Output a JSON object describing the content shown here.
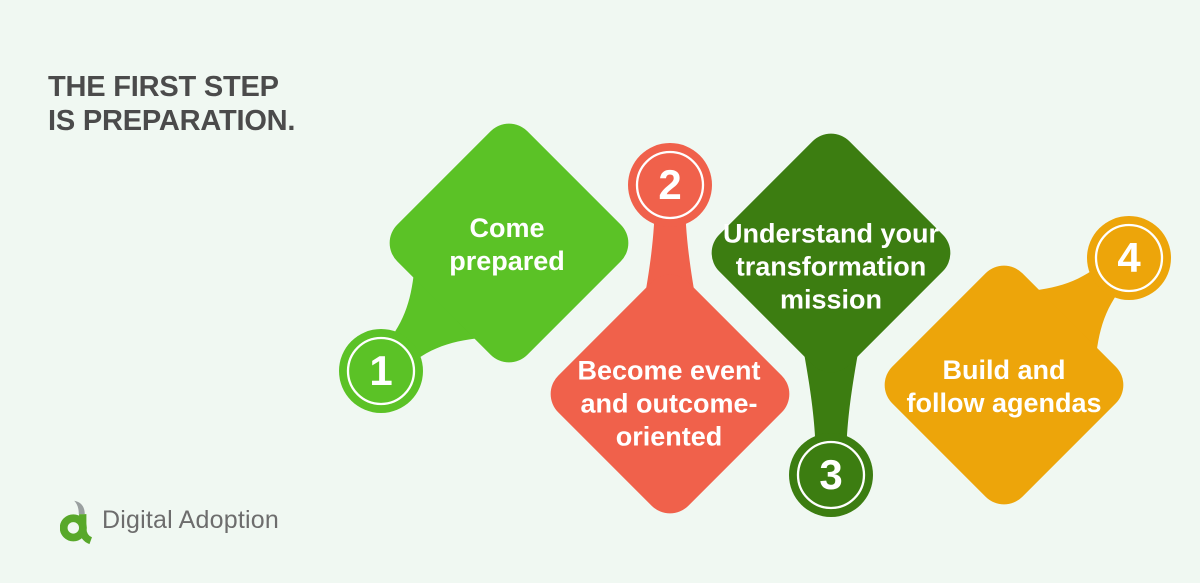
{
  "background_color": "#f0f8f2",
  "title": {
    "text": "THE FIRST STEP\nIS PREPARATION.",
    "color": "#4b4b4b"
  },
  "steps": [
    {
      "number": "1",
      "label": "Come\nprepared",
      "color": "#5bc226"
    },
    {
      "number": "2",
      "label": "Become event\nand outcome-\noriented",
      "color": "#f0614b"
    },
    {
      "number": "3",
      "label": "Understand your\ntransformation\nmission",
      "color": "#3c7d11"
    },
    {
      "number": "4",
      "label": "Build and\nfollow agendas",
      "color": "#eda50a"
    }
  ],
  "badge": {
    "ring_color": "#ffffff",
    "number_color": "#ffffff",
    "label_color": "#ffffff"
  },
  "logo": {
    "text": "Digital Adoption",
    "text_color": "#6d6d6d",
    "icon": "digital-adoption-a-leaf-icon",
    "icon_green": "#58a82a",
    "icon_leaf_gray": "#9aa0a0"
  }
}
